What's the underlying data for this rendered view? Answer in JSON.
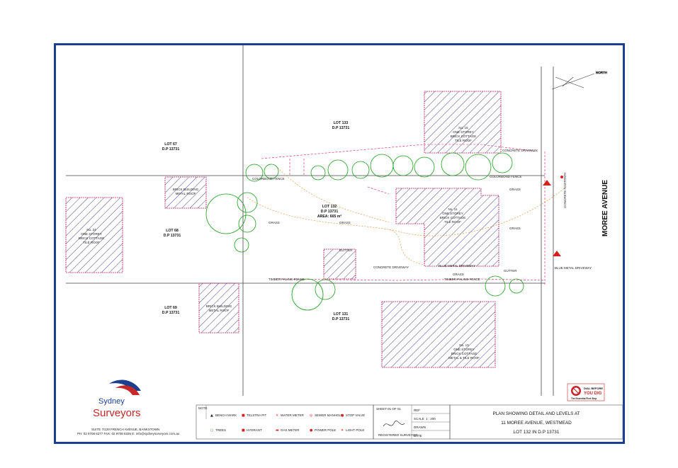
{
  "title_block": {
    "line1": "PLAN SHOWING DETAIL AND LEVELS AT",
    "line2": "11 MOREE AVENUE, WESTMEAD",
    "line3": "LOT 132 IN  D.P  13731"
  },
  "street": {
    "name": "MOREE AVENUE"
  },
  "lots": {
    "lot_67": {
      "name": "LOT 67",
      "dp": "D.P 13731"
    },
    "lot_133": {
      "name": "LOT 133",
      "dp": "D.P 13731"
    },
    "lot_68": {
      "name": "LOT 68",
      "dp": "D.P 13731"
    },
    "lot_69": {
      "name": "LOT 69",
      "dp": "D.P 13731"
    },
    "lot_131": {
      "name": "LOT 131",
      "dp": "D.P 13731"
    },
    "lot_132": {
      "name": "LOT 132",
      "dp": "D.P 13731",
      "area": "AREA: 665 m²"
    }
  },
  "buildings": {
    "no_15": {
      "line1": "No. 15",
      "line2": "ONE STOREY",
      "line3": "BRICK COTTAGE",
      "line4": "TILE ROOF"
    },
    "no_11": {
      "line1": "No. 11",
      "line2": "ONE STOREY",
      "line3": "BRICK COTTAGE",
      "line4": "TILE ROOF"
    },
    "no_13": {
      "line1": "No. 13",
      "line2": "ONE STOREY",
      "line3": "BRICK COTTAGE",
      "line4": "METAL & TILE ROOF"
    },
    "no_24": {
      "line1": "No. 24",
      "line2": "ONE STOREY",
      "line3": "BRICK COTTAGE",
      "line4": "TILE ROOF"
    },
    "brick_top": {
      "line1": "BRICK BUILDING",
      "line2": "METAL ROOF"
    },
    "brick_bottom": {
      "line1": "BRICK BUILDING",
      "line2": "METAL ROOF"
    }
  },
  "labels": {
    "grass": "GRASS",
    "concrete_driveway": "CONCRETE DRIVEWAY",
    "colorbond_fence": "COLORBOND FENCE",
    "timber_paling_fence": "TIMBER PALING FENCE",
    "gutter": "GUTTER",
    "concrete_footpath": "CONCRETE FOOTPATH",
    "blue_metal_driveway": "BLUE METAL DRIVEWAY",
    "north": "NORTH"
  },
  "logo": {
    "name_line1": "Sydney",
    "name_line2": "Surveyors",
    "address": "SUITE 7/129 FRENCH AVENUE, BANKSTOWN",
    "contact": "PH: 02 9708 6277   FAX: 02 9708 6226   E: info@sydneysurveyors.com.au"
  },
  "dial_before_you_dig": {
    "line1": "DIAL BEFORE",
    "line2": "YOU DIG",
    "line3": "The Essential First Step"
  },
  "legend": {
    "notes_title": "NOTE",
    "items": [
      {
        "label": "BENCH MARK",
        "symbol": "▲",
        "color": "#222222"
      },
      {
        "label": "TELSTRA PIT",
        "symbol": "■",
        "color": "#d62020"
      },
      {
        "label": "WATER METER",
        "symbol": "×",
        "color": "#d62020"
      },
      {
        "label": "SEWER MANHOLE",
        "symbol": "◎",
        "color": "#d62020"
      },
      {
        "label": "STOP VALVE",
        "symbol": "●",
        "color": "#d62020"
      },
      {
        "label": "TREES",
        "symbol": "○",
        "color": "#1a9c1a"
      },
      {
        "label": "HYDRANT",
        "symbol": "■",
        "color": "#d62020"
      },
      {
        "label": "GAS METER",
        "symbol": "▬",
        "color": "#d62020"
      },
      {
        "label": "POWER POLE",
        "symbol": "●",
        "color": "#d62020"
      },
      {
        "label": "LIGHT POLE",
        "symbol": "✦",
        "color": "#d62020"
      }
    ]
  },
  "sheet_info": {
    "sheet": "SHEET 01 OF 01",
    "scale_label": "SCALE",
    "scale": "1 : 200",
    "date_label": "DATE",
    "ref_label": "REF",
    "drawn_label": "DRAWN",
    "surveyor": "REGISTERED SURVEYOR"
  },
  "colors": {
    "border": "#1c3f8f",
    "hatch": "#3b2c7f",
    "building_outline": "#c2185b",
    "tree": "#1a9c1a",
    "contour": "#e08a2e",
    "boundary": "#444444"
  }
}
